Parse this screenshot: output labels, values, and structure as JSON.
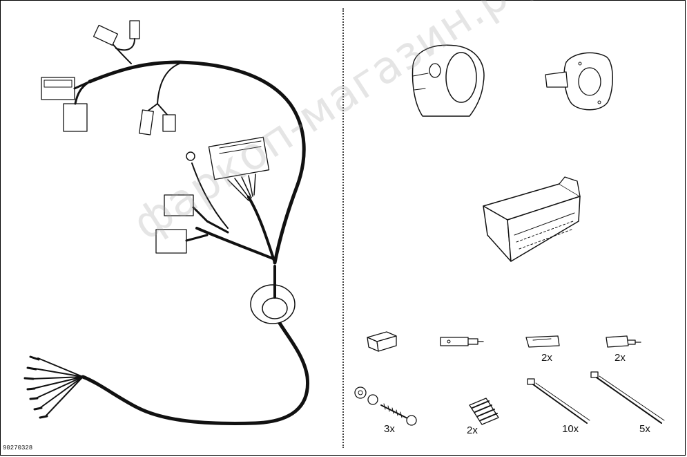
{
  "diagram": {
    "document_code": "90270328",
    "watermark": "фаркоп-магазин.рф",
    "colors": {
      "line": "#111111",
      "background": "#ffffff",
      "watermark": "#a0a0a0"
    },
    "parts": [
      {
        "id": "wiring-harness",
        "qty_label": ""
      },
      {
        "id": "socket-13-pin",
        "qty_label": ""
      },
      {
        "id": "socket-mount-plate",
        "qty_label": ""
      },
      {
        "id": "control-module",
        "qty_label": ""
      },
      {
        "id": "connector-housing",
        "qty_label": ""
      },
      {
        "id": "wire-tap-connector",
        "qty_label": ""
      },
      {
        "id": "splice-connector",
        "qty_label": "2x"
      },
      {
        "id": "plug-connector",
        "qty_label": "2x"
      },
      {
        "id": "screw-set",
        "qty_label": "3x"
      },
      {
        "id": "adhesive-pad",
        "qty_label": "2x"
      },
      {
        "id": "cable-tie-small",
        "qty_label": "10x"
      },
      {
        "id": "cable-tie-large",
        "qty_label": "5x"
      }
    ]
  }
}
